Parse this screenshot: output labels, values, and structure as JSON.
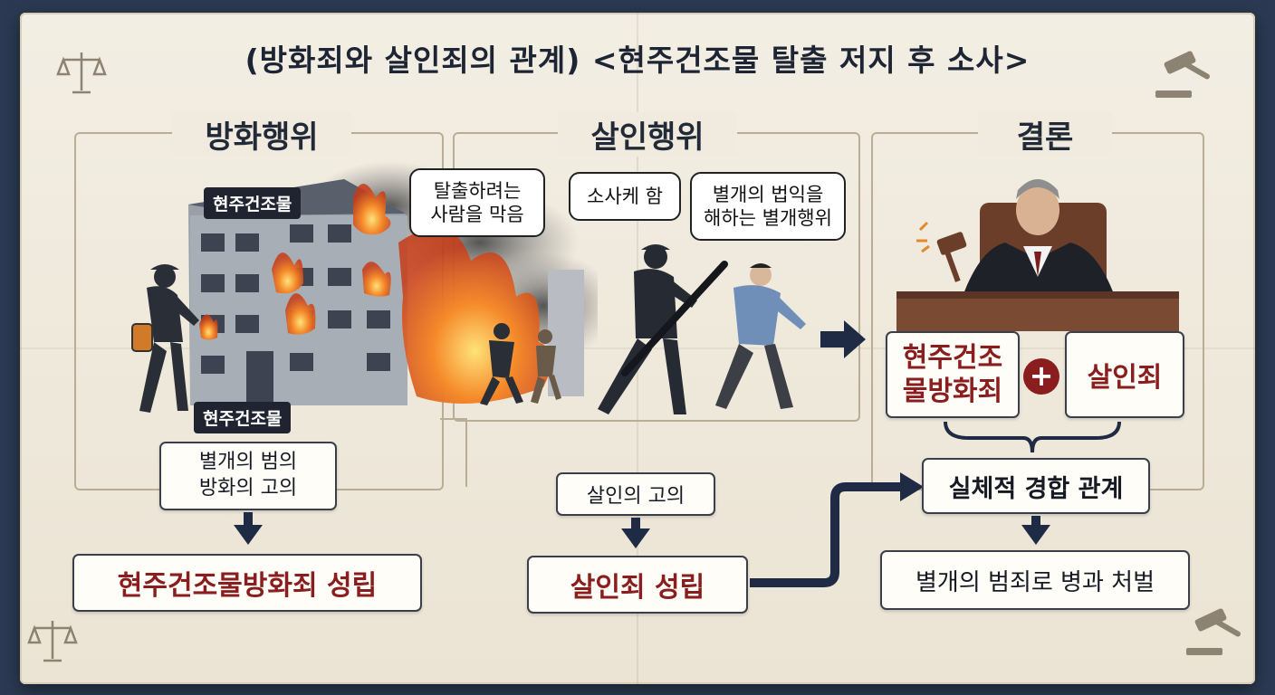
{
  "title": "(방화죄와 살인죄의 관계) <현주건조물 탈출 저지 후 소사>",
  "sections": {
    "arson": {
      "heading": "방화행위",
      "building_label_top": "현주건조물",
      "building_label_bottom": "현주건조물",
      "bubble": [
        "탈출하려는",
        "사람을 막음"
      ],
      "intent_box": [
        "별개의 범의",
        "방화의 고의"
      ],
      "result": "현주건조물방화죄 성립"
    },
    "murder": {
      "heading": "살인행위",
      "bubble_left": "소사케 함",
      "bubble_right": [
        "별개의 법익을",
        "해하는 별개행위"
      ],
      "intent_box": "살인의 고의",
      "result": "살인죄 성립"
    },
    "conclusion": {
      "heading": "결론",
      "crime_a": [
        "현주건조",
        "물방화죄"
      ],
      "plus": "+",
      "crime_b": "살인죄",
      "relation": "실체적 경합 관계",
      "punishment": "별개의 범죄로 병과 처벌"
    }
  },
  "colors": {
    "background": "#2b3a52",
    "paper": "#f1ebdf",
    "accent_red": "#8a1d1d",
    "navy": "#1f2a44"
  }
}
